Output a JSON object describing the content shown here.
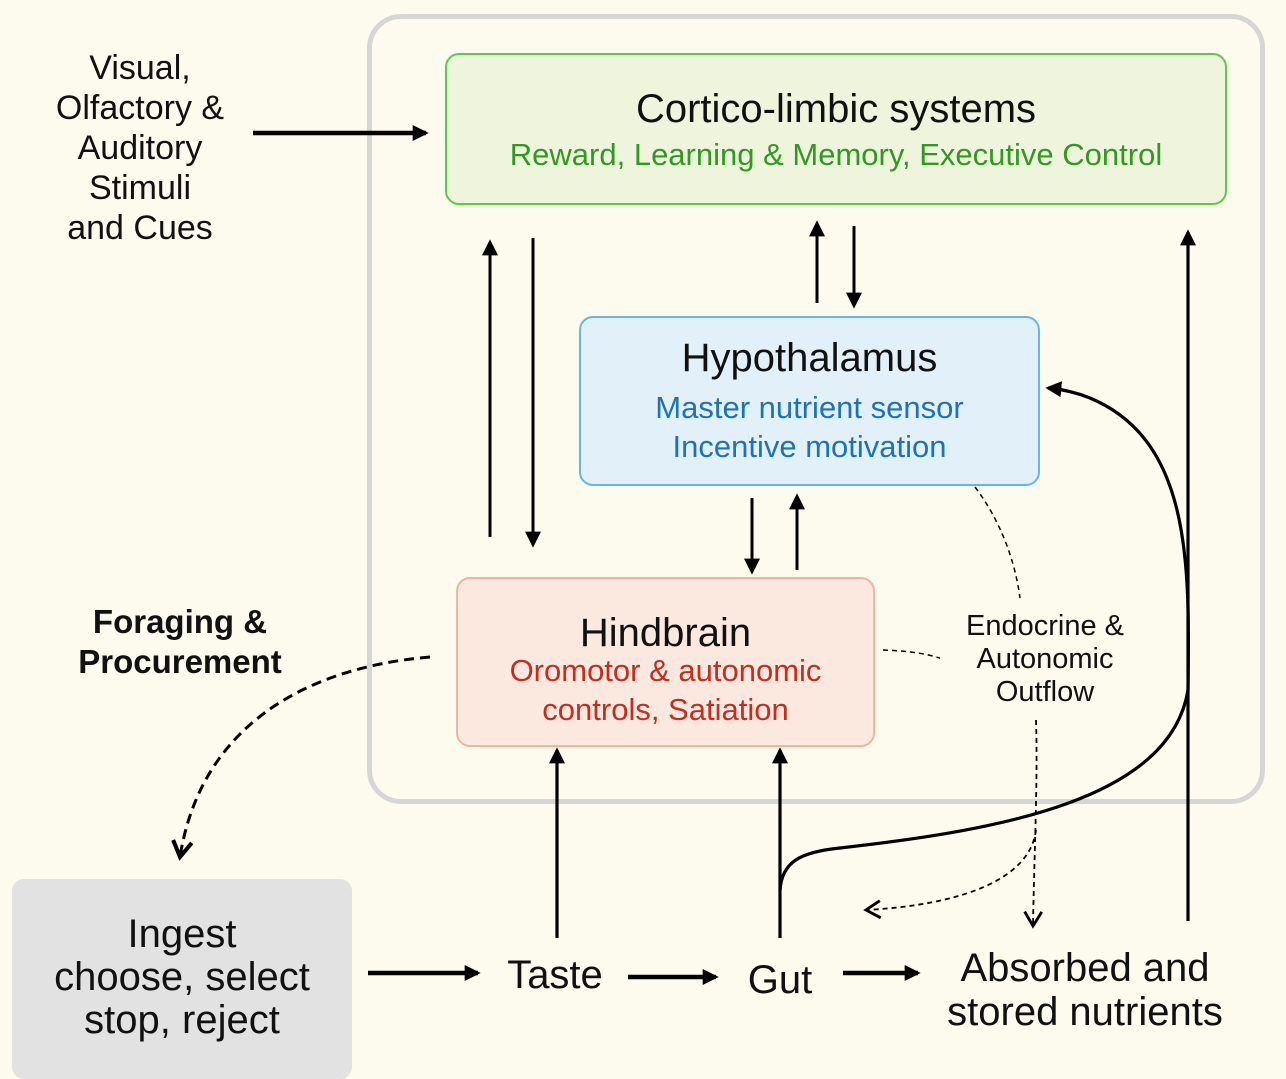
{
  "colors": {
    "background": "#fdfbee",
    "cortico_fill": "#eff5dc",
    "cortico_border": "#5cc94a",
    "cortico_text": "#2f9a1f",
    "hypo_fill": "#e1f0f9",
    "hypo_border": "#63b6e6",
    "hypo_text": "#1e73b5",
    "hind_fill": "#fbe8df",
    "hind_border": "#f0b4a2",
    "hind_text": "#c62d1e",
    "ingest_fill": "#e2e2e2",
    "brain_container_border": "#d4d4d4"
  },
  "stimuli": {
    "lines": [
      "Visual,",
      "Olfactory &",
      "Auditory",
      "Stimuli",
      "and Cues"
    ]
  },
  "cortico": {
    "title": "Cortico-limbic systems",
    "subtitle": "Reward, Learning & Memory, Executive Control"
  },
  "hypothalamus": {
    "title": "Hypothalamus",
    "line1": "Master nutrient sensor",
    "line2": "Incentive motivation"
  },
  "hindbrain": {
    "title": "Hindbrain",
    "line1": "Oromotor & autonomic",
    "line2": "controls, Satiation"
  },
  "foraging": {
    "line1": "Foraging &",
    "line2": "Procurement"
  },
  "endocrine": {
    "line1": "Endocrine &",
    "line2": "Autonomic",
    "line3": "Outflow"
  },
  "ingest": {
    "line1": "Ingest",
    "line2": "choose, select",
    "line3": "stop, reject"
  },
  "flow": {
    "taste": "Taste",
    "gut": "Gut",
    "absorbed_line1": "Absorbed and",
    "absorbed_line2": "stored nutrients"
  }
}
